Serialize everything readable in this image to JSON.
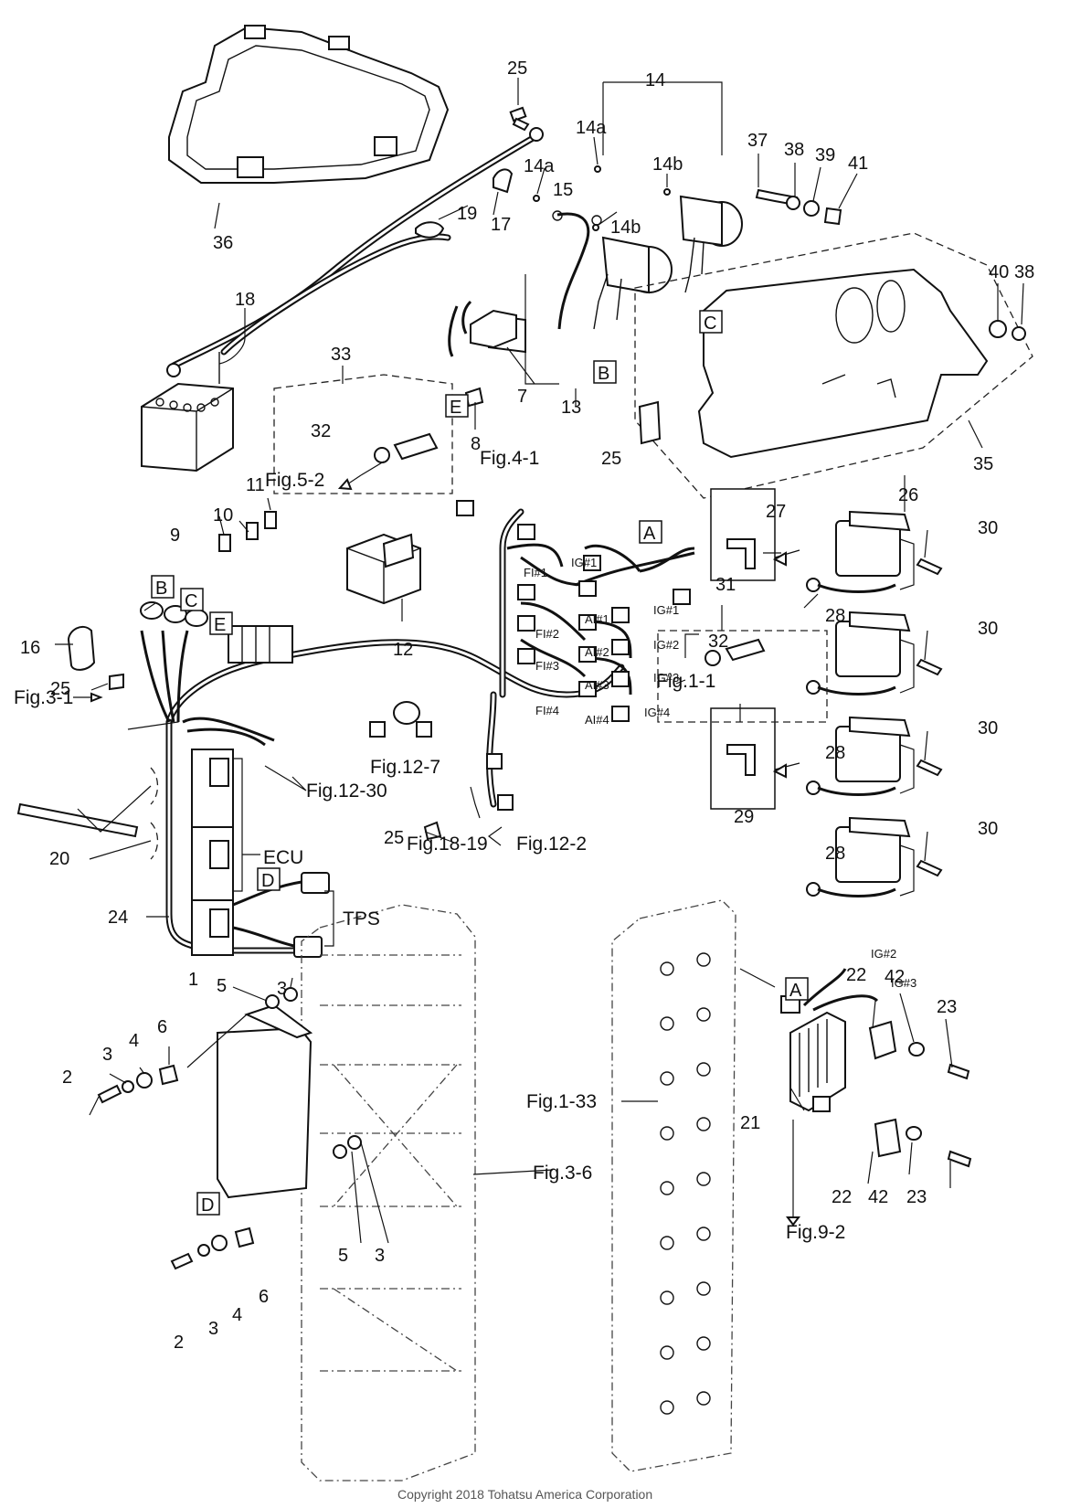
{
  "callouts": {
    "c1": "1",
    "c2a": "2",
    "c2b": "2",
    "c3a": "3",
    "c3b": "3",
    "c3c": "3",
    "c3d": "3",
    "c4a": "4",
    "c4b": "4",
    "c5a": "5",
    "c5b": "5",
    "c6a": "6",
    "c6b": "6",
    "c7": "7",
    "c8": "8",
    "c9": "9",
    "c10": "10",
    "c11": "11",
    "c12": "12",
    "c13": "13",
    "c14": "14",
    "c14a_1": "14a",
    "c14a_2": "14a",
    "c14b_1": "14b",
    "c14b_2": "14b",
    "c15": "15",
    "c16": "16",
    "c17": "17",
    "c18": "18",
    "c19": "19",
    "c20": "20",
    "c21": "21",
    "c22a": "22",
    "c22b": "22",
    "c23a": "23",
    "c23b": "23",
    "c24": "24",
    "c25a": "25",
    "c25b": "25",
    "c25c": "25",
    "c25d": "25",
    "c26": "26",
    "c27": "27",
    "c28a": "28",
    "c28b": "28",
    "c28c": "28",
    "c29": "29",
    "c30a": "30",
    "c30b": "30",
    "c30c": "30",
    "c30d": "30",
    "c31": "31",
    "c32a": "32",
    "c32b": "32",
    "c33": "33",
    "c35": "35",
    "c36": "36",
    "c37": "37",
    "c38a": "38",
    "c38b": "38",
    "c39": "39",
    "c40": "40",
    "c41": "41",
    "c42a": "42",
    "c42b": "42"
  },
  "figure_refs": {
    "fig5_2": "Fig.5-2",
    "fig4_1": "Fig.4-1",
    "fig3_1": "Fig.3-1",
    "fig1_1": "Fig.1-1",
    "fig12_7": "Fig.12-7",
    "fig12_30": "Fig.12-30",
    "fig18_19": "Fig.18-19",
    "fig12_2": "Fig.12-2",
    "fig1_33": "Fig.1-33",
    "fig3_6": "Fig.3-6",
    "fig9_2": "Fig.9-2"
  },
  "letters": {
    "A1": "A",
    "A2": "A",
    "B1": "B",
    "B2": "B",
    "C1": "C",
    "C2": "C",
    "D1": "D",
    "D2": "D",
    "E1": "E",
    "E2": "E"
  },
  "signals": {
    "ig1a": "IG#1",
    "ig1b": "IG#1",
    "ig2": "IG#2",
    "ig3": "IG#3",
    "ig4": "IG#4",
    "fi1": "FI#1",
    "fi2": "FI#2",
    "fi3": "FI#3",
    "fi4": "FI#4",
    "ai1": "AI#1",
    "ai2": "AI#2",
    "ai3": "AI#3",
    "ai4": "AI#4",
    "ig2r": "IG#2",
    "ig3r": "IG#3"
  },
  "component_labels": {
    "ecu": "ECU",
    "tps": "TPS"
  },
  "copyright": "Copyright 2018 Tohatsu America Corporation"
}
